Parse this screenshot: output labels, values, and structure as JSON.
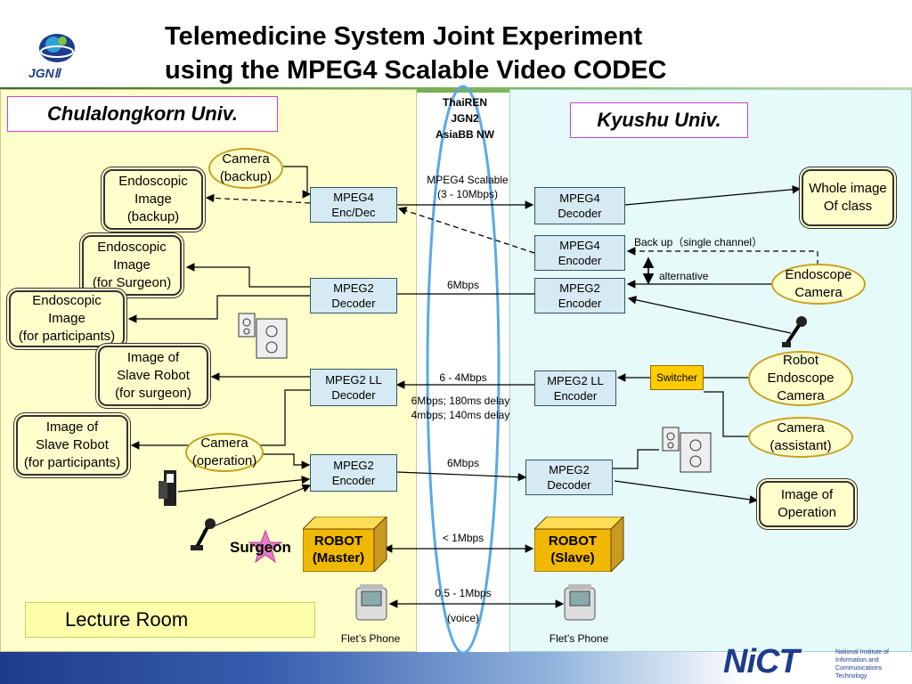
{
  "logo": {
    "jgn": "JGNⅡ"
  },
  "title": {
    "line1": "Telemedicine System Joint Experiment",
    "line2": "using the MPEG4 Scalable Video CODEC"
  },
  "left_univ": "Chulalongkorn Univ.",
  "right_univ": "Kyushu Univ.",
  "network": "ThaiREN\nJGN2\nAsiaBB NW",
  "left": {
    "camera_backup": "Camera\n(backup)",
    "endo_backup": "Endoscopic\nImage\n(backup)",
    "endo_surgeon": "Endoscopic\nImage\n(for Surgeon)",
    "endo_participants": "Endoscopic\nImage\n(for participants)",
    "slave_surgeon": "Image of\nSlave Robot\n(for surgeon)",
    "slave_participants": "Image of\nSlave Robot\n(for participants)",
    "camera_operation": "Camera\n(operation)",
    "surgeon": "Surgeon",
    "lecture_room": "Lecture Room"
  },
  "codecs": {
    "mpeg4_encdec": "MPEG4\nEnc/Dec",
    "mpeg2_decoder_left": "MPEG2\nDecoder",
    "mpeg2ll_decoder": "MPEG2 LL\nDecoder",
    "mpeg2_encoder_left": "MPEG2\nEncoder",
    "mpeg4_decoder": "MPEG4\nDecoder",
    "mpeg4_encoder": "MPEG4\nEncoder",
    "mpeg2_encoder_right": "MPEG2\nEncoder",
    "mpeg2ll_encoder": "MPEG2 LL\nEncoder",
    "mpeg2_decoder_right": "MPEG2\nDecoder"
  },
  "links": {
    "mpeg4_scalable": "MPEG4 Scalable\n(3 - 10Mbps)",
    "six_mbps_1": "6Mbps",
    "four_six_mbps": "6 - 4Mbps",
    "delay": "6Mbps; 180ms delay\n4mbps; 140ms delay",
    "six_mbps_2": "6Mbps",
    "lt_one": "< 1Mbps",
    "half_one": "0.5 - 1Mbps",
    "voice": "(voice)",
    "backup_single": "Back up（single channel）",
    "alternative": "alternative"
  },
  "right": {
    "whole_image": "Whole image\nOf class",
    "endoscope_camera": "Endoscope\nCamera",
    "switcher": "Switcher",
    "robot_endo_camera": "Robot\nEndoscope\nCamera",
    "camera_assistant": "Camera\n(assistant)",
    "image_operation": "Image of\nOperation"
  },
  "robots": {
    "master": "ROBOT\n(Master)",
    "slave": "ROBOT\n(Slave)"
  },
  "phones": {
    "left": "Flet’s Phone",
    "right": "Flet’s Phone"
  },
  "nict": {
    "logo": "NiCT",
    "text": "National Institute of\nInformation and\nCommunications\nTechnology"
  }
}
